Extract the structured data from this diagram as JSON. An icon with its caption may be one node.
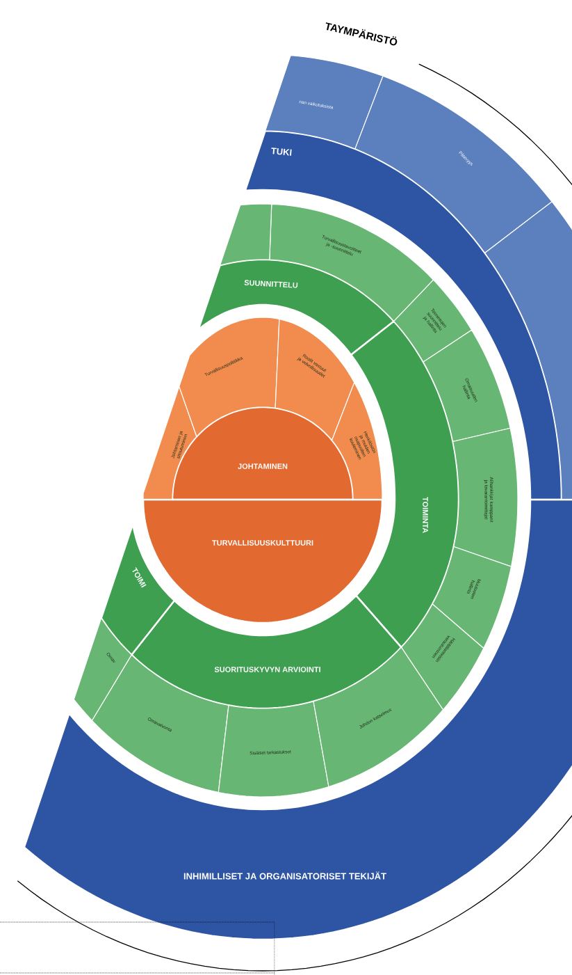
{
  "diagram": {
    "nodes": [
      {
        "text": [
          "TUKI"
        ]
      },
      {
        "text": [
          "nan vaikutuksista"
        ]
      },
      {
        "text": [
          "Pätevyys"
        ]
      },
      {
        "text": [],
        "shape": "box"
      },
      {
        "text": [
          "INHIMILLISET JA ORGANISATORISET TEKIJÄT"
        ]
      },
      {
        "text": [
          "SUUNNITTELU"
        ]
      },
      {
        "text": [
          "Turvallisuustavoitteet ja -suunnittelu"
        ]
      },
      {
        "text": [],
        "shape": "box"
      },
      {
        "text": [
          "TOIMINTA"
        ]
      },
      {
        "text": [
          "Toimintojen suunnittelu ja hallinta"
        ]
      },
      {
        "text": [
          "Omaisuuden hallinta"
        ]
      },
      {
        "text": [
          "Alihankkijat kumppanit ja tavarantoimittajat"
        ]
      },
      {
        "text": [
          "Muutosten hallinta"
        ]
      },
      {
        "text": [
          "Hätätilanteisiin varautuminen"
        ]
      },
      {
        "text": [
          "SUORITUSKYVYN ARVIOINTI"
        ]
      },
      {
        "text": [
          "Omavalvonta"
        ]
      },
      {
        "text": [
          "Sisäiset tarkastukset"
        ]
      },
      {
        "text": [
          "Johdon katselmus"
        ]
      },
      {
        "text": [
          "TOIMI"
        ]
      },
      {
        "text": [
          "Omav"
        ]
      },
      {
        "text": [
          "JOHTAMINEN"
        ]
      },
      {
        "text": [
          "Johtaminen ja sitoutuminen"
        ]
      },
      {
        "text": [
          "Turvallisuuspolitiikka"
        ]
      },
      {
        "text": [
          "Roolit vastuut ja velvollisuudet"
        ]
      },
      {
        "text": [
          "Henkilöstön ja muiden osapuolten kuuleminen"
        ]
      },
      {
        "text": [
          "TURVALLISUUSKULTTUURI"
        ]
      }
    ],
    "labels": [
      "TAYMPÄRISTÖ"
    ]
  }
}
